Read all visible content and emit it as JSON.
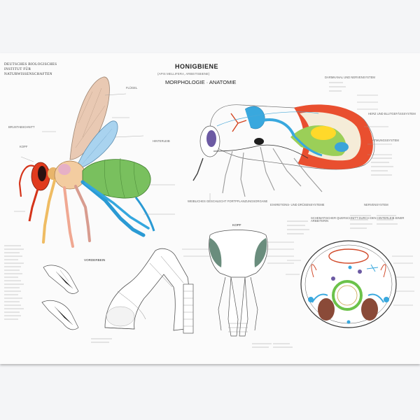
{
  "poster": {
    "institute": [
      "DEUTSCHES BIOLOGISCHES",
      "INSTITUT FÜR",
      "NATURWISSENSCHAFTEN"
    ],
    "title": "HONIGBIENE",
    "byline": "(APIS MELLIFERA, ARBEITSBIENE)",
    "subtitle": "MORPHOLOGIE · ANATOMIE"
  },
  "labels": {
    "top_right": "DARMKANAL UND NERVENSYSTEM",
    "heart": "HERZ UND BLUTGEFÄSSSYSTEM",
    "resp": "ATMUNGSSYSTEM",
    "nervous": "NERVENSYSTEM",
    "repro": "WEIBLICHES GESCHLECHT FORTPFLANZUNGSORGANE",
    "excr": "EXKRETIONS- UND DRÜSENSYSTEME",
    "fluegel": "FLÜGEL",
    "head_left": "KOPF",
    "brust": "BRUSTABSCHNITT",
    "hinterleib": "HINTERLEIB",
    "vorderbein": "VORDERBEIN",
    "kopf": "KOPF",
    "section": "SCHEMATISCHER QUERSCHNITT DURCH DEN HINTERLEIB EINER ARBEITERIN"
  }
}
